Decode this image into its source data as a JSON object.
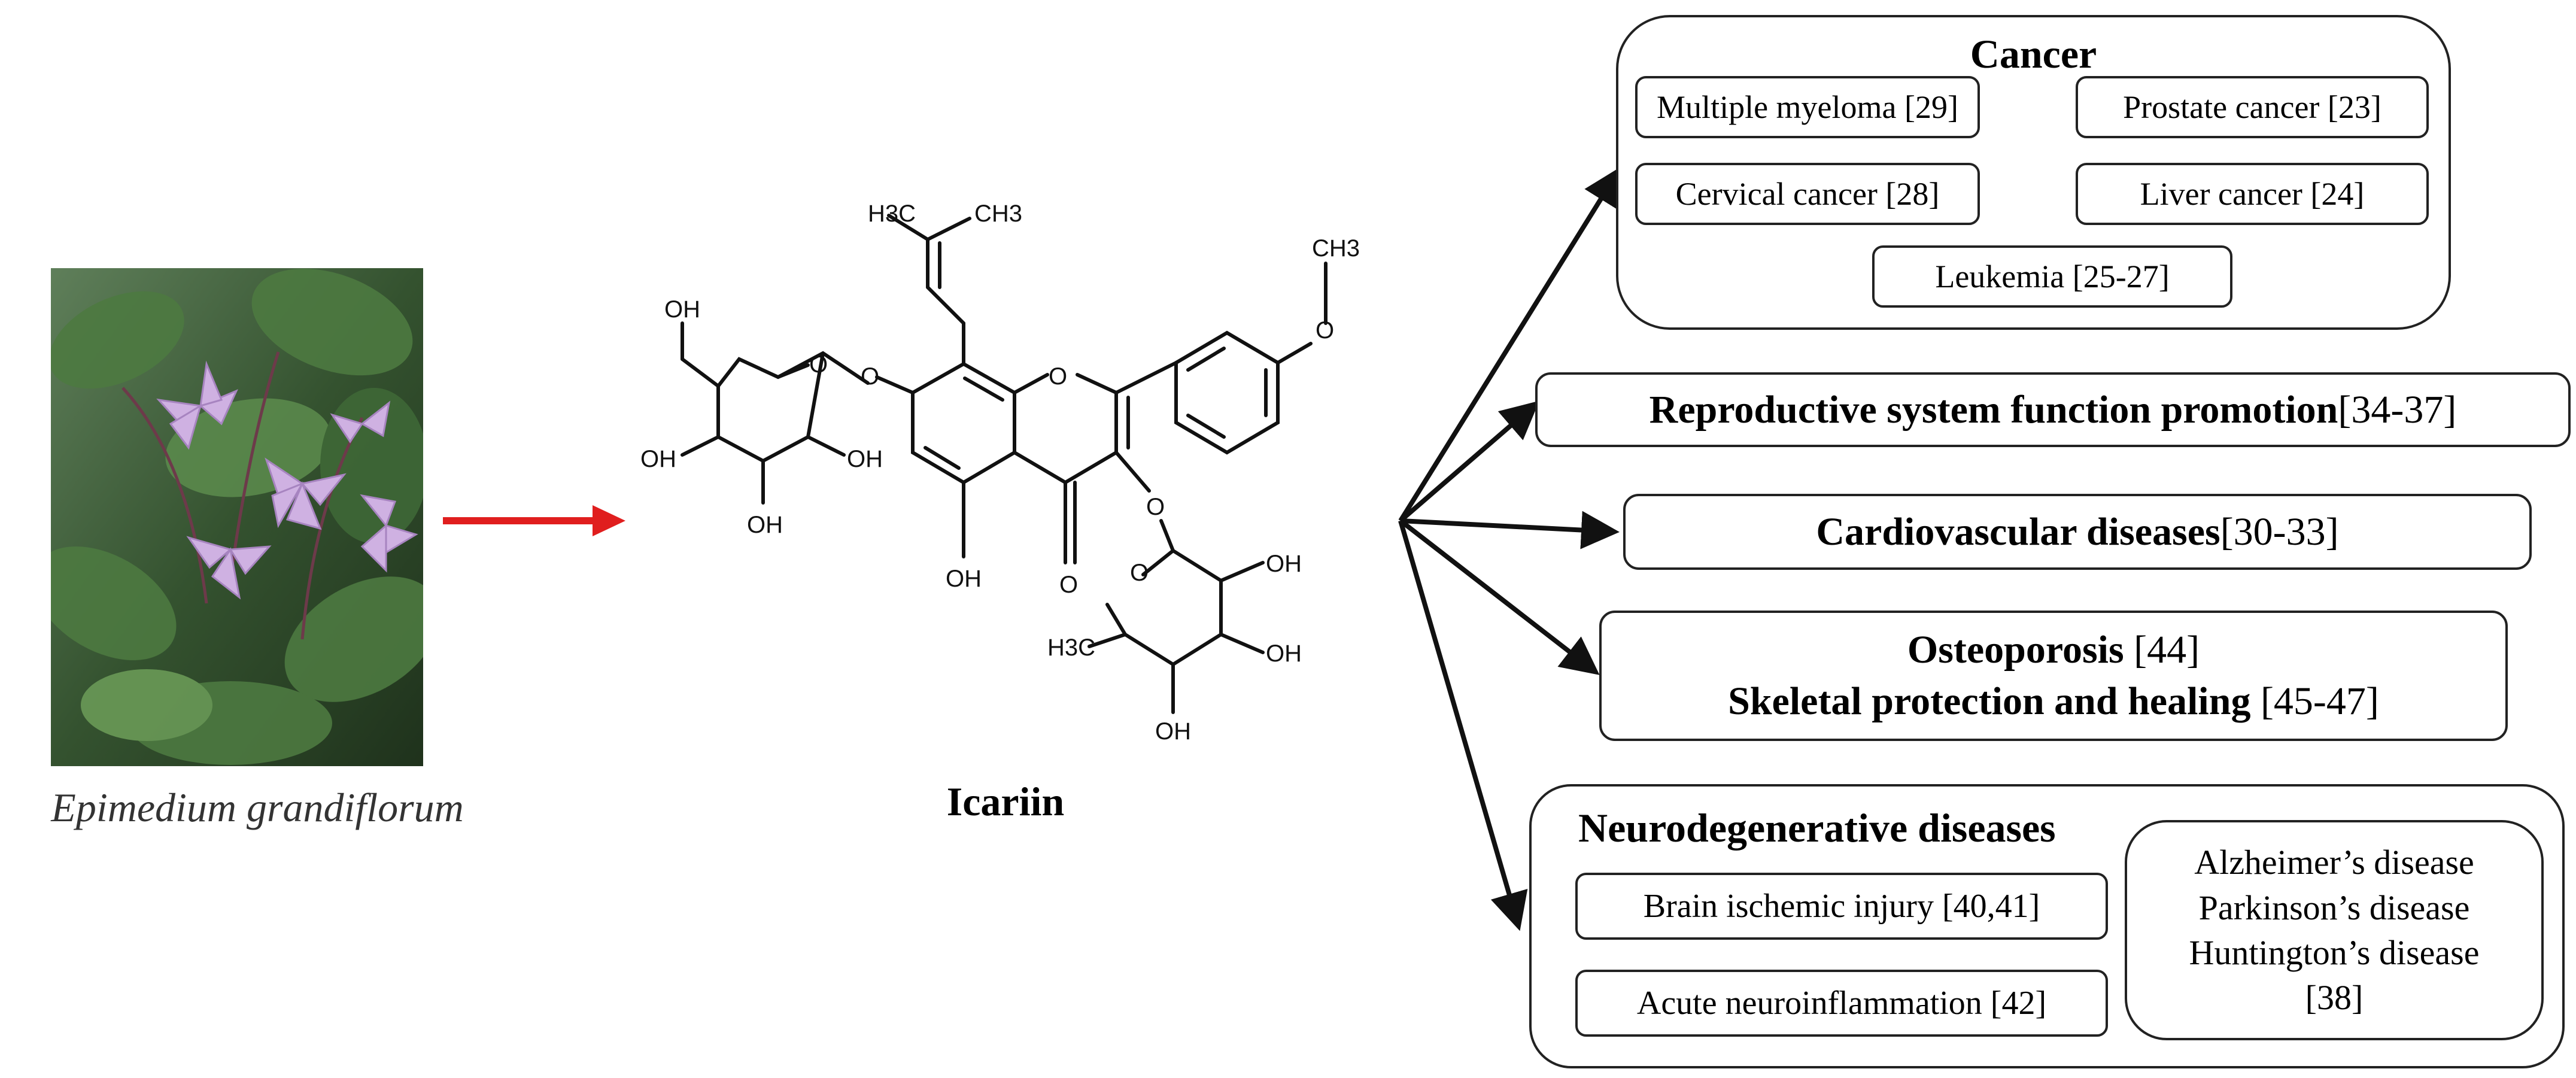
{
  "plant": {
    "caption": "Epimedium grandiflorum"
  },
  "compound": {
    "name": "Icariin",
    "atoms": {
      "h3c_a": "H3C",
      "ch3_a": "CH3",
      "ch3_b": "CH3",
      "h3c_b": "H3C",
      "oh": "OH",
      "o": "O"
    }
  },
  "colors": {
    "arrow_red": "#e01e1e",
    "line": "#111111",
    "petal": "#c8a6dc",
    "leaf": "#3e6a34"
  },
  "cancer": {
    "title": "Cancer",
    "items": [
      "Multiple myeloma [29]",
      "Prostate cancer [23]",
      "Cervical cancer [28]",
      "Liver cancer [24]",
      "Leukemia [25-27]"
    ]
  },
  "reproductive": {
    "title": "Reproductive system function promotion",
    "ref": " [34-37]"
  },
  "cardio": {
    "title": "Cardiovascular diseases",
    "ref": " [30-33]"
  },
  "osteo": {
    "line1_title": "Osteoporosis",
    "line1_ref": " [44]",
    "line2_title": "Skeletal protection and healing",
    "line2_ref": " [45-47]"
  },
  "neuro": {
    "title": "Neurodegenerative diseases",
    "items": [
      "Brain ischemic injury [40,41]",
      "Acute neuroinflammation [42]"
    ],
    "diseases": [
      "Alzheimer’s disease",
      "Parkinson’s disease",
      "Huntington’s disease",
      "[38]"
    ]
  }
}
